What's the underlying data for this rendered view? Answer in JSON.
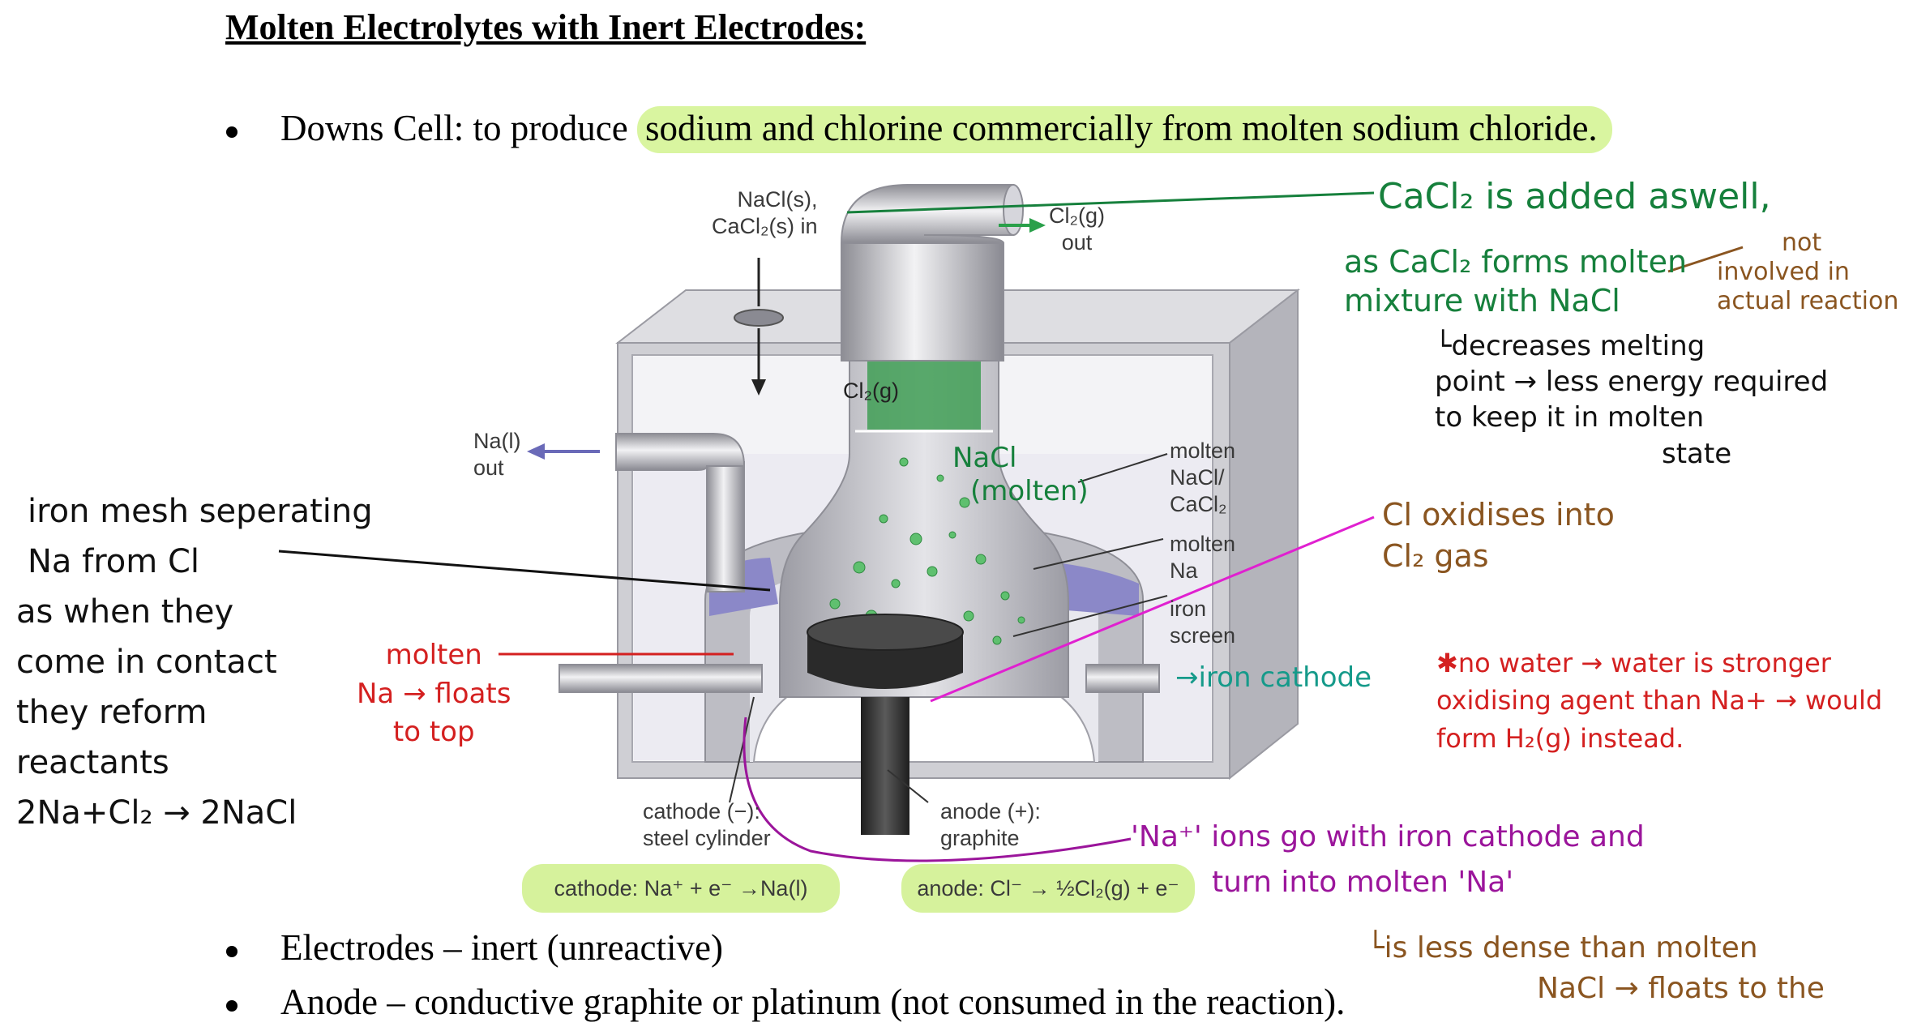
{
  "title": "Molten Electrolytes with Inert Electrodes:",
  "bullets": {
    "downs_prefix": "Downs Cell: to produce",
    "downs_highlight": "sodium and chlorine commercially from molten sodium chloride.",
    "electrodes": "Electrodes – inert (unreactive)",
    "anode": "Anode – conductive graphite or platinum (not consumed in the reaction)."
  },
  "diagram": {
    "label_nacl_in_1": "NaCl(s),",
    "label_nacl_in_2": "CaCl₂(s) in",
    "label_cl2_out_1": "Cl₂(g)",
    "label_cl2_out_2": "out",
    "label_cl2_inner": "Cl₂(g)",
    "label_na_out_1": "Na(l)",
    "label_na_out_2": "out",
    "label_molten_nacl_1": "molten",
    "label_molten_nacl_2": "NaCl/",
    "label_molten_nacl_3": "CaCl₂",
    "label_molten_na_1": "molten",
    "label_molten_na_2": "Na",
    "label_iron_screen_1": "iron",
    "label_iron_screen_2": "screen",
    "label_cathode_1": "cathode (−):",
    "label_cathode_2": "steel cylinder",
    "label_anode_1": "anode (+):",
    "label_anode_2": "graphite",
    "eq_cathode": "cathode: Na⁺ + e⁻ →Na(l)",
    "eq_anode": "anode: Cl⁻ → ½Cl₂(g) + e⁻"
  },
  "notes": {
    "cacl2_1": "CaCl₂ is added aswell,",
    "cacl2_2": "as CaCl₂ forms molten",
    "cacl2_3": "mixture with NaCl",
    "cacl2_4": "└decreases melting",
    "cacl2_5": "point → less energy required",
    "cacl2_6": "to keep it in molten",
    "cacl2_7": "state",
    "not_involved_1": "not",
    "not_involved_2": "involved in",
    "not_involved_3": "actual reaction",
    "nacl_molten_1": "NaCl",
    "nacl_molten_2": "(molten)",
    "cl_oxidises_1": "Cl oxidises into",
    "cl_oxidises_2": "Cl₂ gas",
    "iron_mesh_1": "iron mesh seperating",
    "iron_mesh_2": "Na from Cl",
    "iron_mesh_3": "as when they",
    "iron_mesh_4": "come in contact",
    "iron_mesh_5": "they reform",
    "iron_mesh_6": "reactants",
    "iron_mesh_7": "2Na+Cl₂ → 2NaCl",
    "molten_na_1": "molten",
    "molten_na_2": "Na → floats",
    "molten_na_3": "to top",
    "iron_cathode": "→iron cathode",
    "no_water_1": "✱no water → water is stronger",
    "no_water_2": "oxidising agent than Na+ → would",
    "no_water_3": "form H₂(g) instead.",
    "na_ions_1": "'Na⁺' ions go with iron cathode and",
    "na_ions_2": "turn into molten 'Na'",
    "less_dense_1": "└is less dense than molten",
    "less_dense_2": "NaCl → floats to the"
  },
  "colors": {
    "highlight": "#d9f5a0",
    "green_ink": "#16803c",
    "brown_ink": "#8a5520",
    "red_ink": "#d42020",
    "purple_ink": "#9b159b",
    "teal_ink": "#159a8a"
  }
}
